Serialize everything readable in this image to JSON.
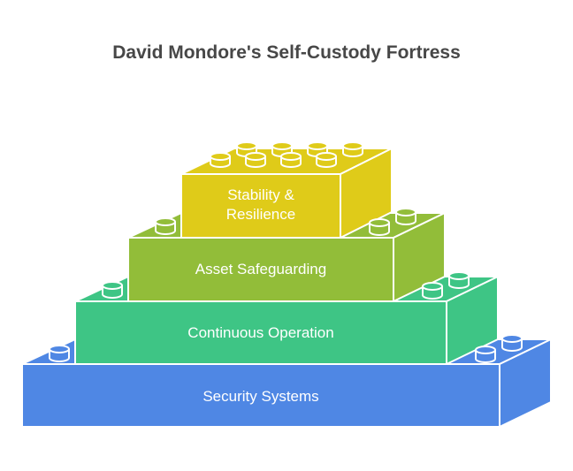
{
  "title": "David Mondore's Self-Custody Fortress",
  "layers": [
    {
      "label": "Stability &",
      "label2": "Resilience",
      "color": "#dfcb19",
      "side": "#d9c513"
    },
    {
      "label": "Asset Safeguarding",
      "color": "#92bd39"
    },
    {
      "label": "Continuous Operation",
      "color": "#3ec585"
    },
    {
      "label": "Security Systems",
      "color": "#4f87e4"
    }
  ],
  "colors": {
    "stroke": "#ffffff",
    "title": "#474747"
  }
}
